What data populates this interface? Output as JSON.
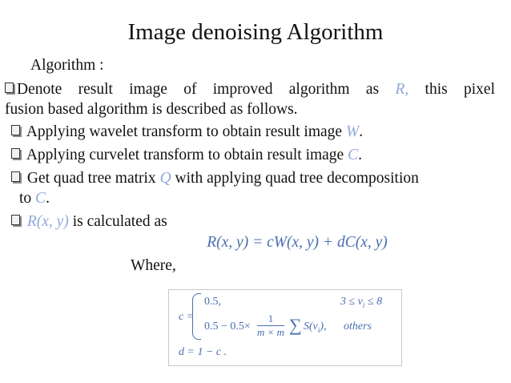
{
  "title": "Image denoising Algorithm",
  "algorithm_label": "Algorithm :",
  "bullets": {
    "b1_line1": [
      "Denote",
      "result",
      "image",
      "of",
      "improved",
      "algorithm",
      "as",
      "R,",
      "this",
      "pixel"
    ],
    "b1_line2": "fusion based algorithm is described as follows.",
    "b2_text": "Applying wavelet transform to obtain result image ",
    "b2_var": "W",
    "b2_end": ".",
    "b3_text": "Applying curvelet transform to obtain result image ",
    "b3_var": "C",
    "b3_end": ".",
    "b4_text": "Get quad tree matrix ",
    "b4_var": "Q",
    "b4_mid": " with applying quad tree decomposition",
    "b4_line2": "to ",
    "b4_var2": "C",
    "b4_end2": ".",
    "b5_var": "R(x, y)",
    "b5_text": " is calculated as"
  },
  "main_formula": "R(x, y) = cW(x, y) + dC(x, y)",
  "where_label": "Where,",
  "formula_box": {
    "c_eq": "c =",
    "case1_value": "0.5,",
    "case1_cond": "3 ≤ v",
    "case1_sub": "i",
    "case1_cond_end": " ≤ 8",
    "case2_value": "0.5 − 0.5×",
    "frac_num": "1",
    "frac_den": "m × m",
    "sum_symbol": "∑",
    "sum_expr": "S(v",
    "sum_sub": "i",
    "sum_end": "),",
    "case2_cond": "others",
    "d_eq": "d = 1 − c ."
  },
  "colors": {
    "accent": "#8fa9d9",
    "formula": "#4a6fb0",
    "text": "#111111"
  }
}
